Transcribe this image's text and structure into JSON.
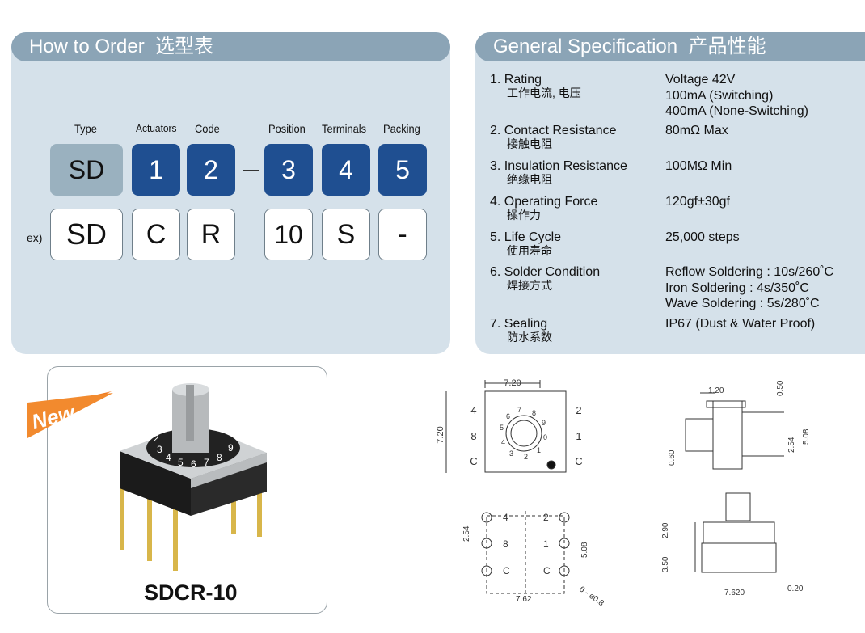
{
  "order": {
    "title": "How to Order",
    "title_cn": "选型表",
    "headers": {
      "type": "Type",
      "actuators": "Actuators",
      "code": "Code",
      "position": "Position",
      "terminals": "Terminals",
      "packing": "Packing"
    },
    "codes": {
      "type": "SD",
      "c1": "1",
      "c2": "2",
      "c3": "3",
      "c4": "4",
      "c5": "5"
    },
    "example_label": "ex)",
    "example": {
      "type": "SD",
      "c1": "C",
      "c2": "R",
      "c3": "10",
      "c4": "S",
      "c5": "-"
    }
  },
  "spec": {
    "title": "General Specification",
    "title_cn": "产品性能",
    "items": [
      {
        "name": "1. Rating",
        "cn": "工作电流, 电压",
        "values": [
          "Voltage 42V",
          "100mA (Switching)",
          "400mA (None-Switching)"
        ]
      },
      {
        "name": "2. Contact Resistance",
        "cn": "接触电阻",
        "values": [
          "80mΩ  Max"
        ]
      },
      {
        "name": "3. Insulation Resistance",
        "cn": "绝缘电阻",
        "values": [
          "100MΩ  Min"
        ]
      },
      {
        "name": "4. Operating Force",
        "cn": "操作力",
        "values": [
          "120gf±30gf"
        ]
      },
      {
        "name": "5. Life Cycle",
        "cn": "使用寿命",
        "values": [
          "25,000 steps"
        ]
      },
      {
        "name": "6. Solder Condition",
        "cn": "焊接方式",
        "values": [
          "Reflow Soldering  : 10s/260˚C",
          "Iron Soldering : 4s/350˚C",
          "Wave Soldering : 5s/280˚C"
        ]
      },
      {
        "name": "7. Sealing",
        "cn": "防水系数",
        "values": [
          "IP67 (Dust & Water Proof)"
        ]
      }
    ]
  },
  "product": {
    "badge": "New",
    "model": "SDCR-10",
    "dial_digits": [
      "2",
      "3",
      "4",
      "5",
      "6",
      "7",
      "8",
      "9"
    ]
  },
  "drawings": {
    "top_view": {
      "width": "7.20",
      "height": "7.20",
      "left_labels": [
        "4",
        "8",
        "C"
      ],
      "right_labels": [
        "2",
        "1",
        "C"
      ],
      "dial_digits": [
        "7",
        "8",
        "9",
        "0",
        "1",
        "2",
        "3",
        "4",
        "5",
        "6"
      ]
    },
    "side_view": {
      "d1": "1.20",
      "d2": "0.50",
      "d3": "0.60",
      "d4": "2.54",
      "d5": "5.08"
    },
    "footprint": {
      "pitch": "2.54",
      "span_v": "5.08",
      "span_h": "7.62",
      "hole": "6 - ø0.8",
      "labels": [
        "4",
        "2",
        "8",
        "1",
        "C",
        "C"
      ]
    },
    "front_view": {
      "d1": "2.90",
      "d2": "3.50",
      "d3": "7.620",
      "d4": "0.20"
    }
  }
}
